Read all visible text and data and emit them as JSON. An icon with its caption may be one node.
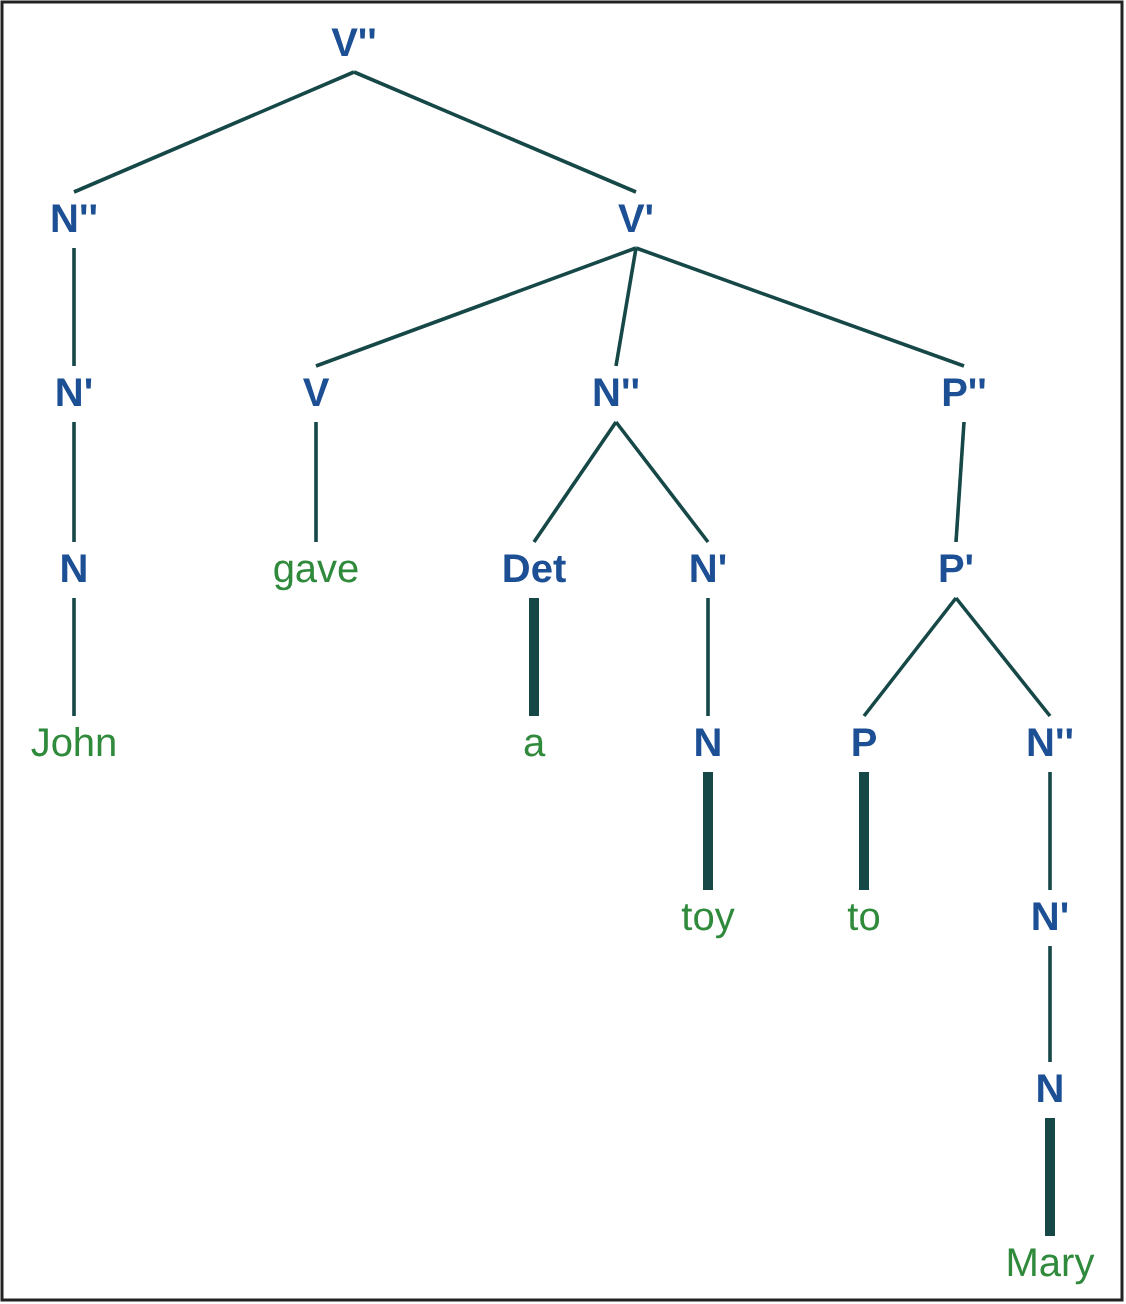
{
  "diagram": {
    "nodes": [
      {
        "text": [
          "V''"
        ]
      },
      {
        "text": [
          "N''"
        ]
      },
      {
        "text": [
          "V'"
        ]
      },
      {
        "text": [
          "N'"
        ]
      },
      {
        "text": [
          "V"
        ]
      },
      {
        "text": [
          "N''"
        ]
      },
      {
        "text": [
          "P''"
        ]
      },
      {
        "text": [
          "N"
        ]
      },
      {
        "text": [
          "gave"
        ]
      },
      {
        "text": [
          "Det"
        ]
      },
      {
        "text": [
          "N'"
        ]
      },
      {
        "text": [
          "P'"
        ]
      },
      {
        "text": [
          "John"
        ]
      },
      {
        "text": [
          "a"
        ]
      },
      {
        "text": [
          "N"
        ]
      },
      {
        "text": [
          "P"
        ]
      },
      {
        "text": [
          "N''"
        ]
      },
      {
        "text": [
          "toy"
        ]
      },
      {
        "text": [
          "to"
        ]
      },
      {
        "text": [
          "N'"
        ]
      },
      {
        "text": [
          "N"
        ]
      },
      {
        "text": [
          "Mary"
        ]
      }
    ],
    "edges": [
      {
        "from": 0,
        "to": 1,
        "arrow": "none"
      },
      {
        "from": 0,
        "to": 2,
        "arrow": "none"
      },
      {
        "from": 1,
        "to": 3,
        "arrow": "none"
      },
      {
        "from": 2,
        "to": 4,
        "arrow": "none"
      },
      {
        "from": 2,
        "to": 5,
        "arrow": "none"
      },
      {
        "from": 2,
        "to": 6,
        "arrow": "none"
      },
      {
        "from": 3,
        "to": 7,
        "arrow": "none"
      },
      {
        "from": 4,
        "to": 8,
        "arrow": "none"
      },
      {
        "from": 5,
        "to": 9,
        "arrow": "none"
      },
      {
        "from": 5,
        "to": 10,
        "arrow": "none"
      },
      {
        "from": 6,
        "to": 11,
        "arrow": "none"
      },
      {
        "from": 7,
        "to": 12,
        "arrow": "none"
      },
      {
        "from": 9,
        "to": 13,
        "arrow": "none",
        "style": "thick"
      },
      {
        "from": 10,
        "to": 14,
        "arrow": "none"
      },
      {
        "from": 11,
        "to": 15,
        "arrow": "none"
      },
      {
        "from": 11,
        "to": 16,
        "arrow": "none"
      },
      {
        "from": 14,
        "to": 17,
        "arrow": "none",
        "style": "thick"
      },
      {
        "from": 15,
        "to": 18,
        "arrow": "none",
        "style": "thick"
      },
      {
        "from": 16,
        "to": 19,
        "arrow": "none"
      },
      {
        "from": 19,
        "to": 20,
        "arrow": "none"
      },
      {
        "from": 20,
        "to": 21,
        "arrow": "none",
        "style": "thick"
      }
    ]
  }
}
